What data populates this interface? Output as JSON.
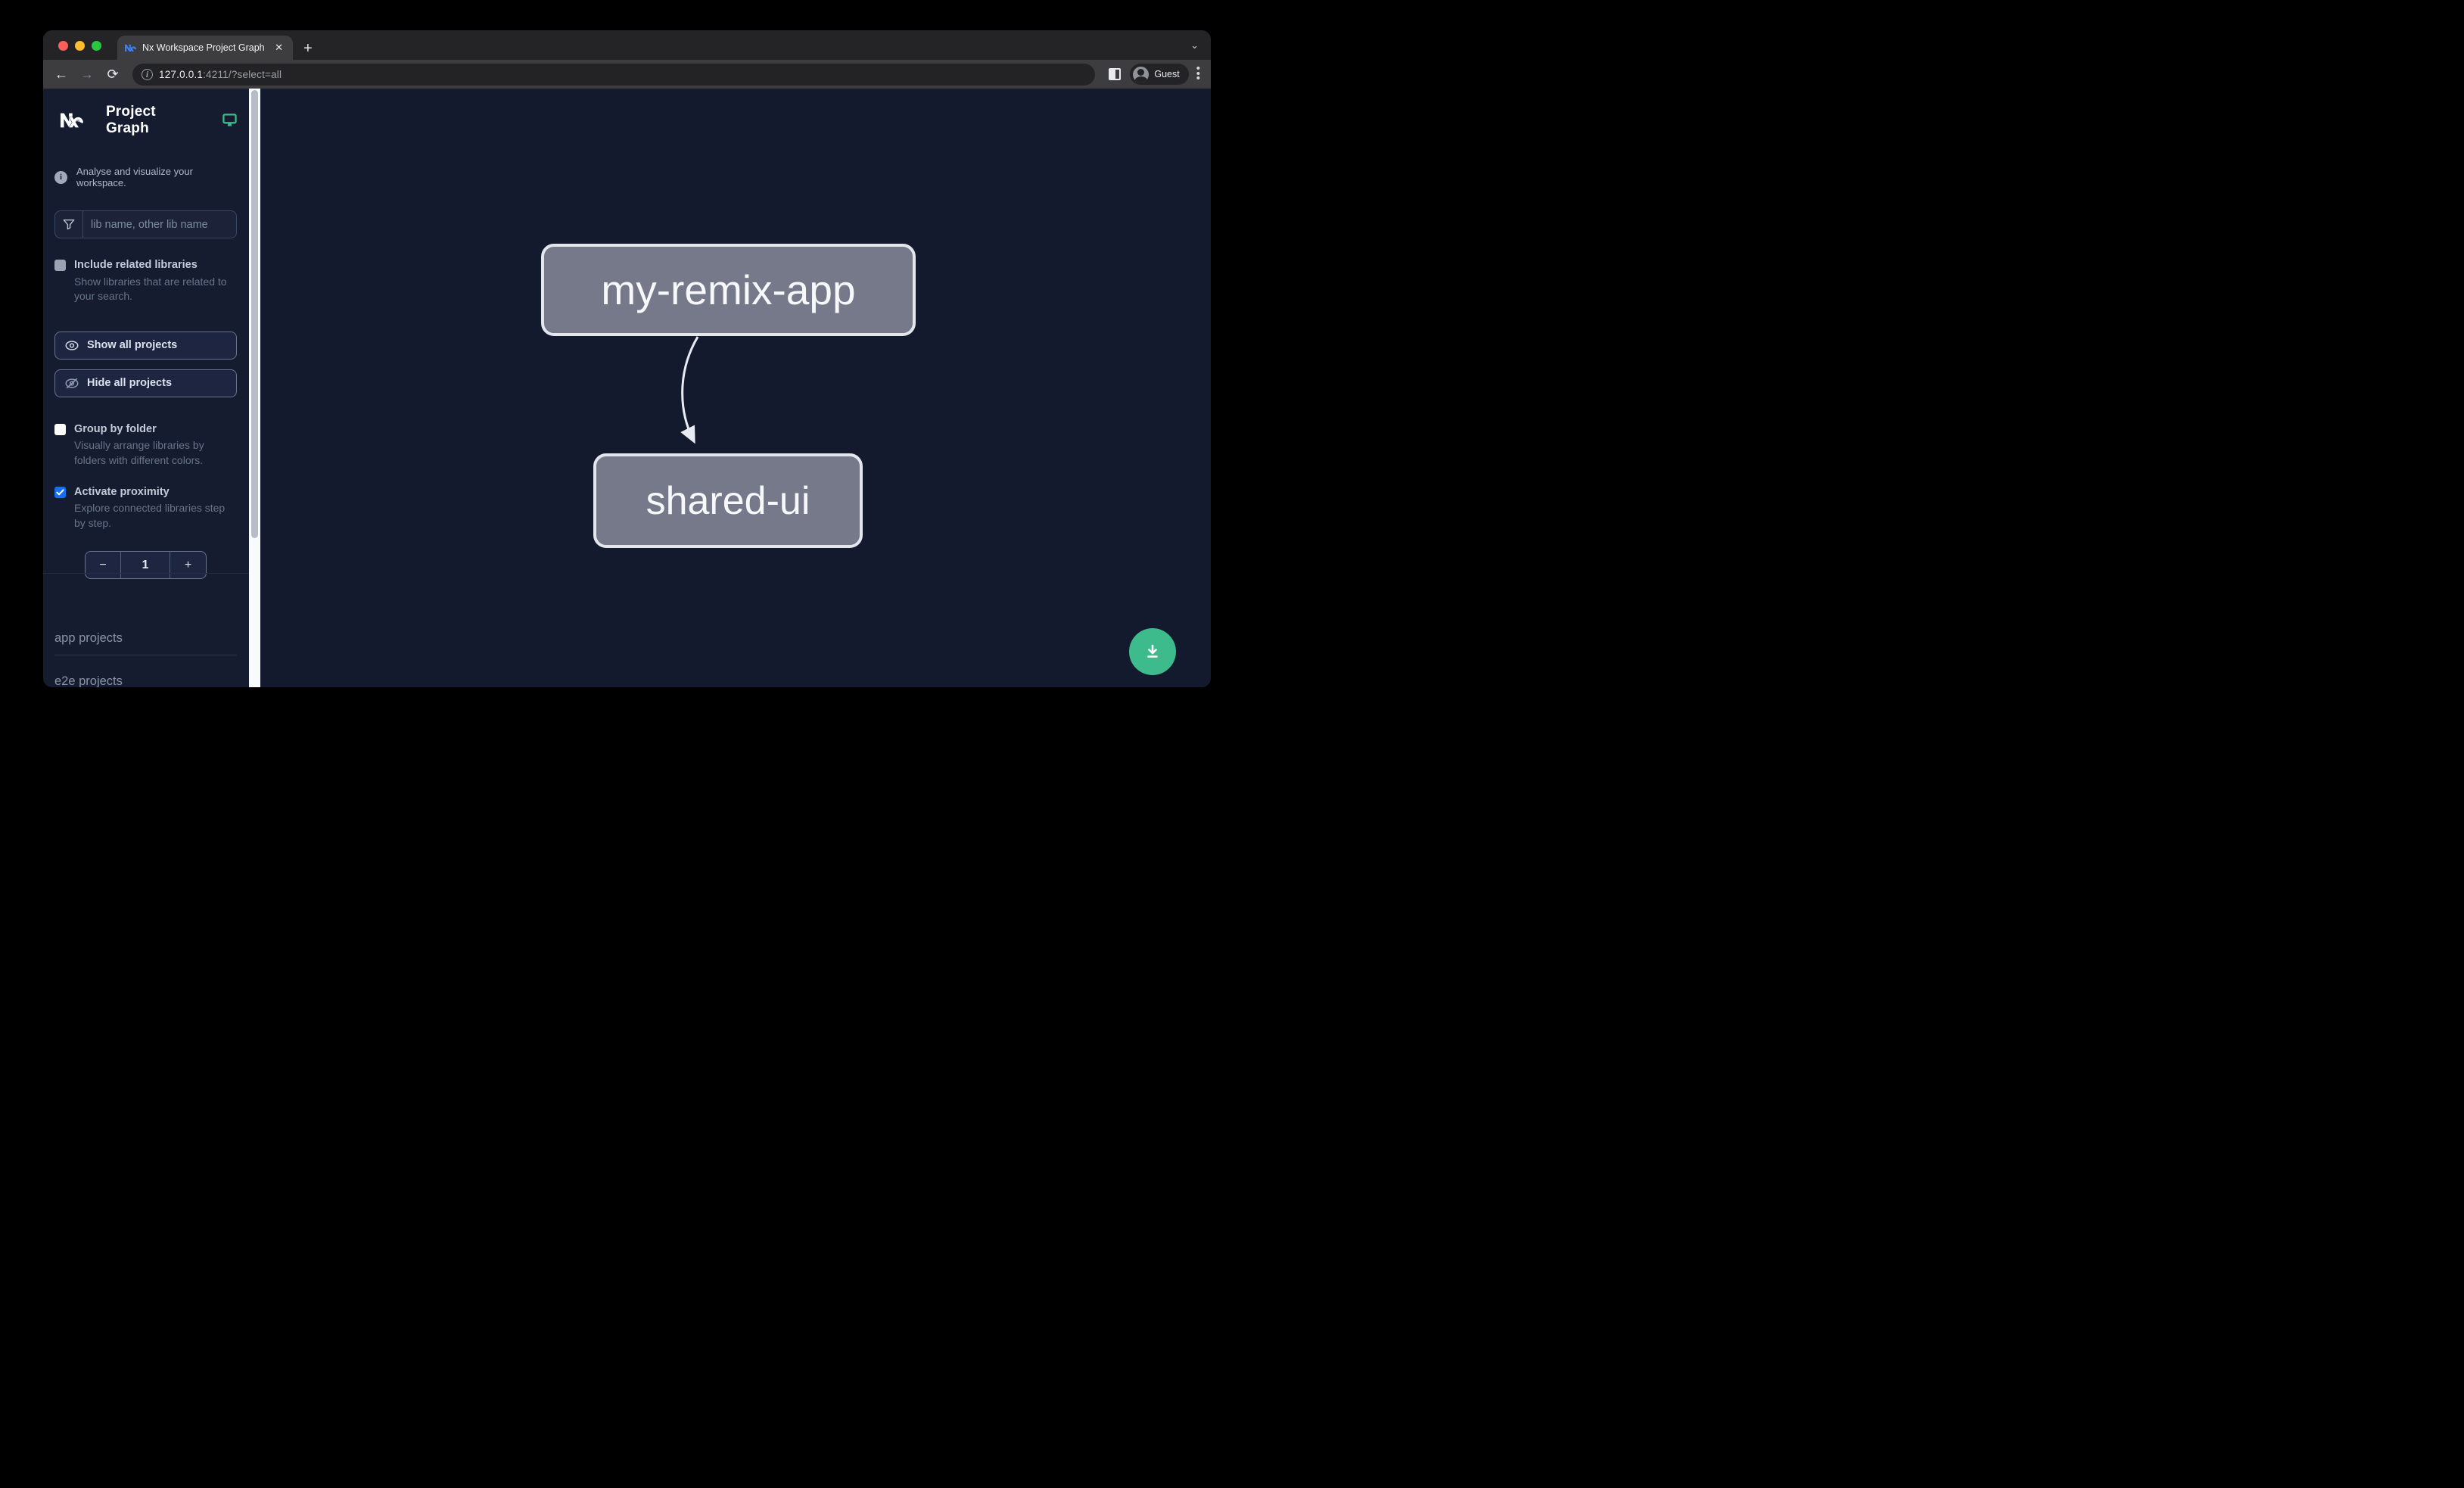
{
  "browser": {
    "tab": {
      "title": "Nx Workspace Project Graph",
      "close_glyph": "✕",
      "new_tab_glyph": "+",
      "chevron_glyph": "⌄"
    },
    "toolbar": {
      "back_glyph": "←",
      "forward_glyph": "→",
      "reload_glyph": "⟳",
      "url_host": "127.0.0.1",
      "url_rest": ":4211/?select=all",
      "profile_label": "Guest",
      "menu_glyph": "⋮"
    }
  },
  "sidebar": {
    "app_title": "Project Graph",
    "tagline": "Analyse and visualize your workspace.",
    "filter": {
      "placeholder": "lib name, other lib name"
    },
    "checkboxes": [
      {
        "label": "Include related libraries",
        "desc": "Show libraries that are related to your search.",
        "checked": false
      },
      {
        "label": "Group by folder",
        "desc": "Visually arrange libraries by folders with different colors.",
        "checked": false
      },
      {
        "label": "Activate proximity",
        "desc": "Explore connected libraries step by step.",
        "checked": true
      }
    ],
    "buttons": [
      {
        "label": "Show all projects"
      },
      {
        "label": "Hide all projects"
      }
    ],
    "stepper": {
      "decrement": "−",
      "value": "1",
      "increment": "+"
    },
    "sections": [
      {
        "label": "app projects"
      },
      {
        "label": "e2e projects"
      }
    ]
  },
  "graph": {
    "nodes": [
      {
        "id": "my-remix-app",
        "label": "my-remix-app"
      },
      {
        "id": "shared-ui",
        "label": "shared-ui"
      }
    ],
    "edges": [
      {
        "from": "my-remix-app",
        "to": "shared-ui"
      }
    ]
  },
  "colors": {
    "accent_green": "#3dbb8c",
    "accent_blue": "#176ff0",
    "node_fill": "#75798a",
    "node_border": "#e3e6ec",
    "canvas_bg": "#141a2e",
    "sidebar_bg": "#161c30"
  }
}
